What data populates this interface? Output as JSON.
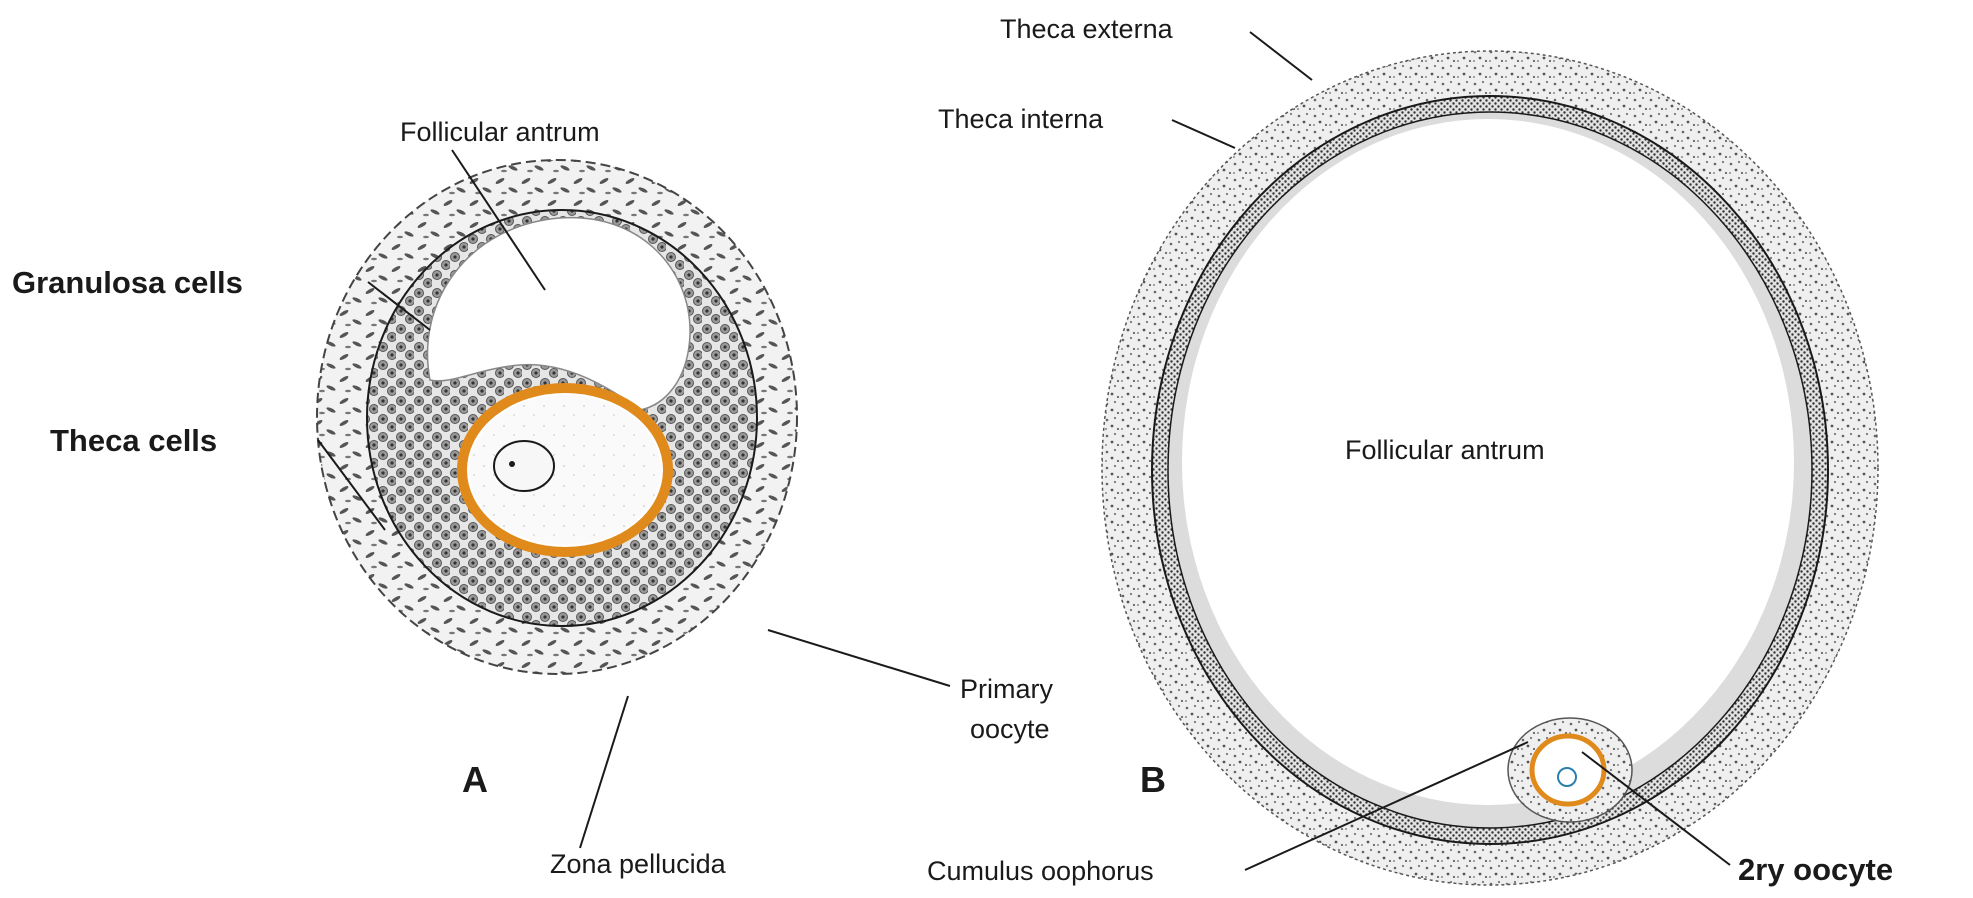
{
  "panels": {
    "a": {
      "letter": "A"
    },
    "b": {
      "letter": "B"
    }
  },
  "labels": {
    "a_follicular_antrum": "Follicular antrum",
    "a_granulosa_cells": "Granulosa cells",
    "a_theca_cells": "Theca cells",
    "a_primary_oocyte_line1": "Primary",
    "a_primary_oocyte_line2": "oocyte",
    "a_zona_pellucida": "Zona pellucida",
    "b_theca_externa": "Theca externa",
    "b_theca_interna": "Theca interna",
    "b_follicular_antrum": "Follicular antrum",
    "b_cumulus_oophorus": "Cumulus oophorus",
    "b_secondary_oocyte": "2ry oocyte"
  },
  "colors": {
    "zona_pellucida": "#e08a1c",
    "ink": "#1a1a1a",
    "cell_layer": "#c9c9c9"
  }
}
